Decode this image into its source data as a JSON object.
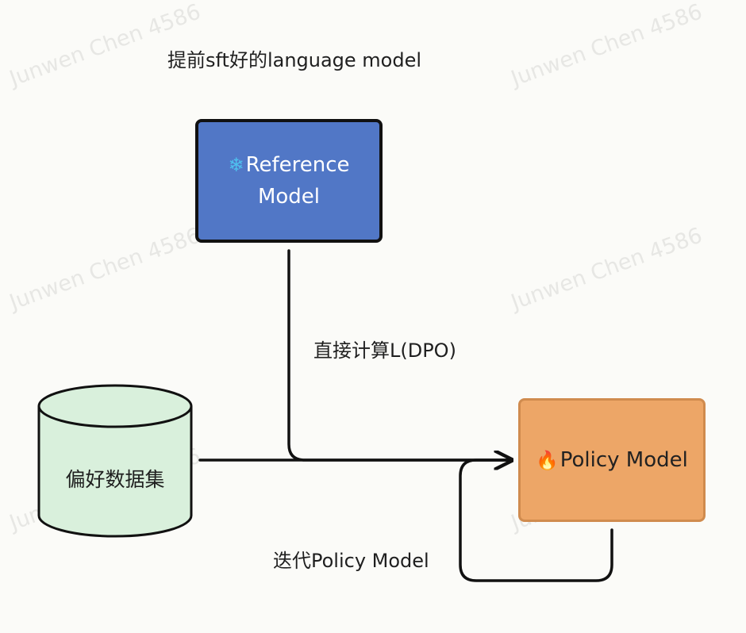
{
  "watermark": {
    "text": "Junwen Chen 4586"
  },
  "title": "提前sft好的language model",
  "nodes": {
    "reference": {
      "icon": "snowflake-icon",
      "icon_glyph": "❄",
      "line1": "Reference",
      "line2": "Model"
    },
    "policy": {
      "icon": "fire-icon",
      "icon_glyph": "🔥",
      "label": "Policy Model"
    },
    "dataset": {
      "label": "偏好数据集"
    }
  },
  "edges": {
    "dpo_label": "直接计算L(DPO)",
    "iterate_label": "迭代Policy Model"
  },
  "colors": {
    "reference_fill": "#5177c6",
    "policy_fill": "#eda667",
    "dataset_fill": "#d9f0dc",
    "line": "#111111"
  }
}
